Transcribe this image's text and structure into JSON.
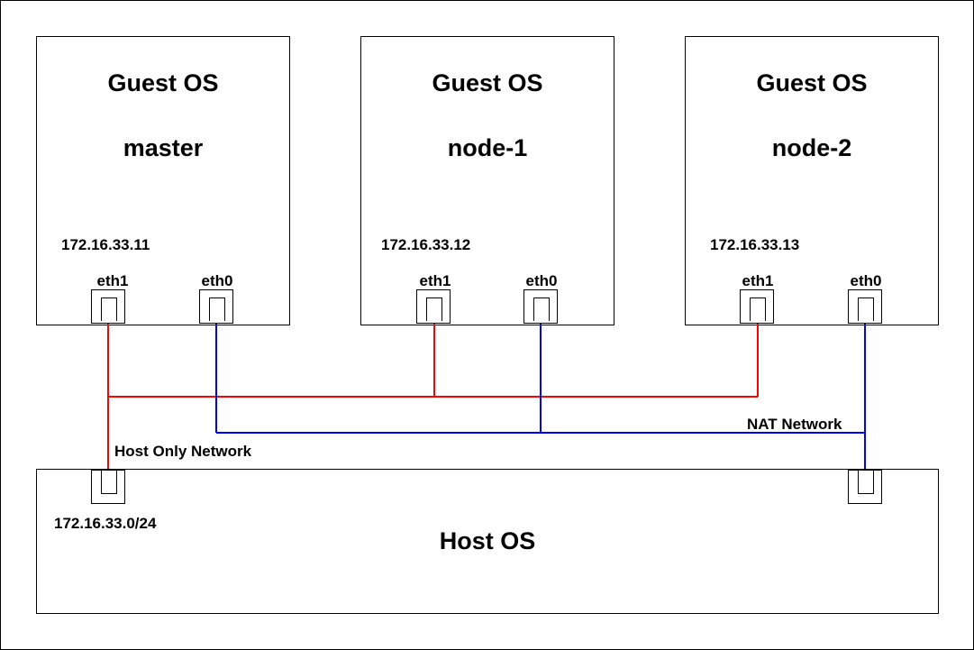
{
  "guests": [
    {
      "title": "Guest OS",
      "name": "master",
      "ip": "172.16.33.11",
      "eth1": "eth1",
      "eth0": "eth0"
    },
    {
      "title": "Guest OS",
      "name": "node-1",
      "ip": "172.16.33.12",
      "eth1": "eth1",
      "eth0": "eth0"
    },
    {
      "title": "Guest OS",
      "name": "node-2",
      "ip": "172.16.33.13",
      "eth1": "eth1",
      "eth0": "eth0"
    }
  ],
  "host": {
    "title": "Host OS",
    "subnet": "172.16.33.0/24"
  },
  "networks": {
    "host_only": "Host Only Network",
    "nat": "NAT Network"
  },
  "colors": {
    "host_only_line": "#ff0000",
    "nat_line": "#0000ff"
  }
}
